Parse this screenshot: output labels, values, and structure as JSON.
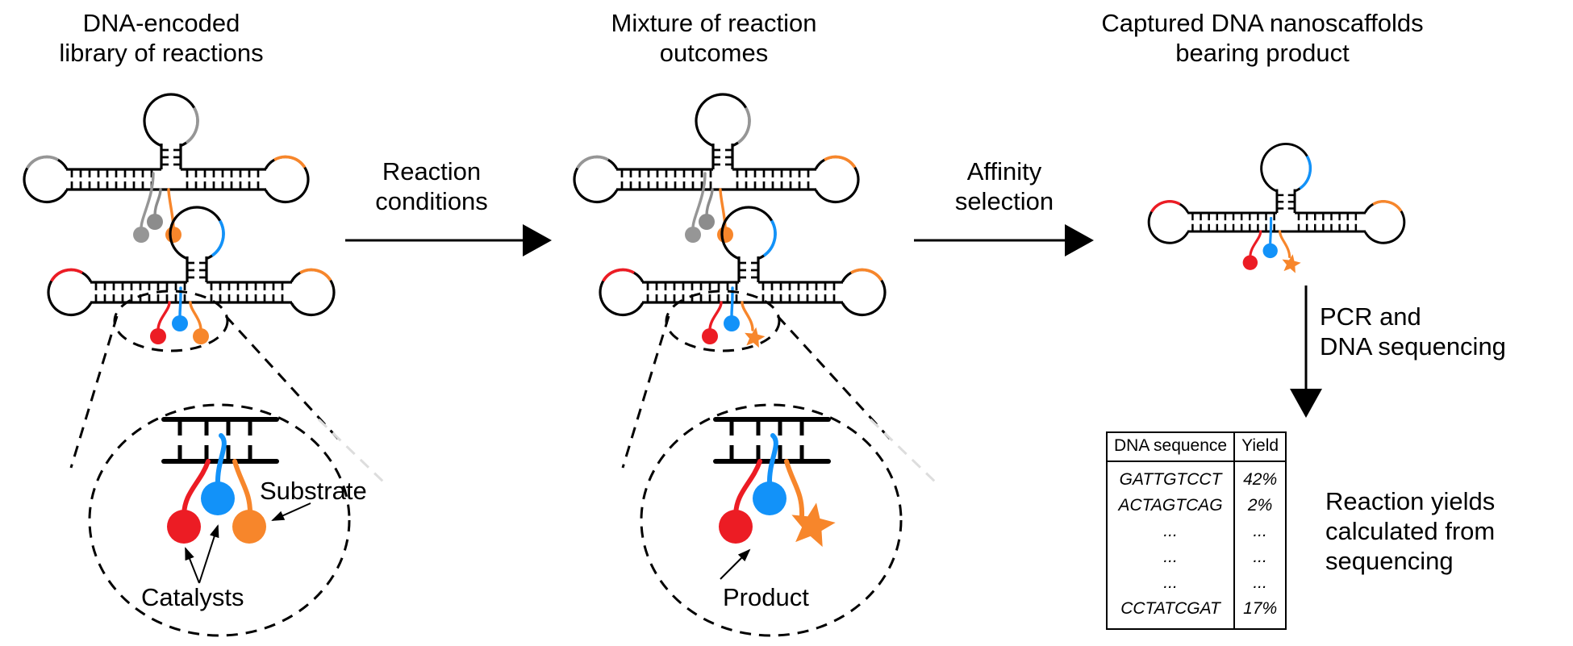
{
  "stages": [
    {
      "id": "library",
      "title_lines": [
        "DNA-encoded",
        "library of reactions"
      ]
    },
    {
      "id": "mixture",
      "title_lines": [
        "Mixture of reaction",
        "outcomes"
      ]
    },
    {
      "id": "captured",
      "title_lines": [
        "Captured DNA nanoscaffolds",
        "bearing product"
      ]
    }
  ],
  "steps": [
    {
      "id": "reaction-conditions",
      "label_lines": [
        "Reaction",
        "conditions"
      ]
    },
    {
      "id": "affinity-selection",
      "label_lines": [
        "Affinity",
        "selection"
      ]
    },
    {
      "id": "pcr-sequencing",
      "label_lines": [
        "PCR and",
        "DNA sequencing"
      ]
    }
  ],
  "callouts": {
    "substrate": "Substrate",
    "catalysts": "Catalysts",
    "product": "Product"
  },
  "table": {
    "headers": [
      "DNA sequence",
      "Yield"
    ],
    "rows": [
      {
        "sequence": "GATTGTCCT",
        "yield": "42%"
      },
      {
        "sequence": "ACTAGTCAG",
        "yield": "2%"
      },
      {
        "sequence": "...",
        "yield": "..."
      },
      {
        "sequence": "...",
        "yield": "..."
      },
      {
        "sequence": "...",
        "yield": "..."
      },
      {
        "sequence": "CCTATCGAT",
        "yield": "17%"
      }
    ]
  },
  "result_caption_lines": [
    "Reaction yields",
    "calculated from",
    "sequencing"
  ],
  "colors": {
    "red": "#ec1c24",
    "blue": "#1292f9",
    "orange": "#f7862b",
    "gray": "#969696",
    "gray_dark": "#8c8c8c",
    "black": "#000000"
  }
}
